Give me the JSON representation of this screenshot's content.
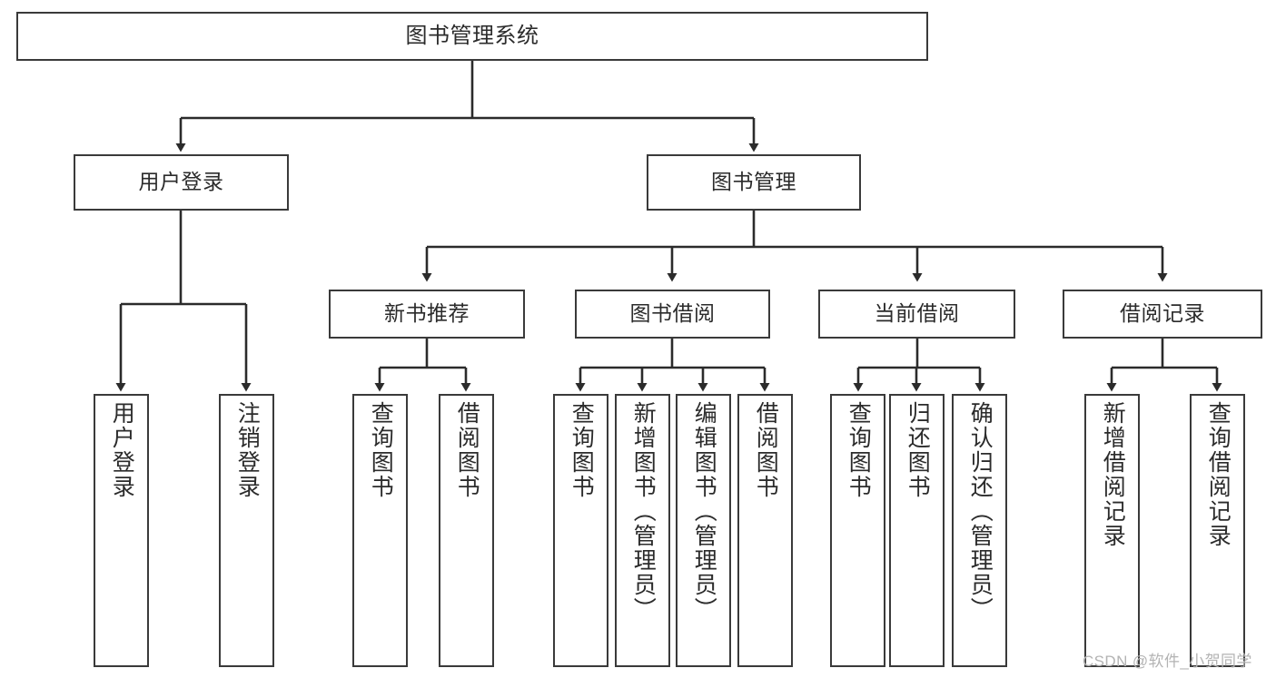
{
  "diagram": {
    "type": "tree-hierarchy-chart",
    "title": "图书管理系统",
    "watermark": "CSDN @软件_小贺同学",
    "colors": {
      "box_border": "#3a3a3a",
      "box_fill": "#ffffff",
      "connector": "#2b2b2b",
      "text": "#2b2b2b",
      "watermark": "#b3b3b3",
      "background": "#ffffff"
    },
    "nodes": {
      "root": {
        "label": "图书管理系统"
      },
      "level2": [
        {
          "label": "用户登录"
        },
        {
          "label": "图书管理"
        }
      ],
      "level3": [
        {
          "label": "新书推荐"
        },
        {
          "label": "图书借阅"
        },
        {
          "label": "当前借阅"
        },
        {
          "label": "借阅记录"
        }
      ],
      "leaves_user_login": [
        {
          "label": "用户登录"
        },
        {
          "label": "注销登录"
        }
      ],
      "leaves_new_book": [
        {
          "label": "查询图书"
        },
        {
          "label": "借阅图书"
        }
      ],
      "leaves_borrow": [
        {
          "label": "查询图书"
        },
        {
          "label": "新增图书（管理员）"
        },
        {
          "label": "编辑图书（管理员）"
        },
        {
          "label": "借阅图书"
        }
      ],
      "leaves_current": [
        {
          "label": "查询图书"
        },
        {
          "label": "归还图书"
        },
        {
          "label": "确认归还（管理员）"
        }
      ],
      "leaves_record": [
        {
          "label": "新增借阅记录"
        },
        {
          "label": "查询借阅记录"
        }
      ]
    }
  }
}
